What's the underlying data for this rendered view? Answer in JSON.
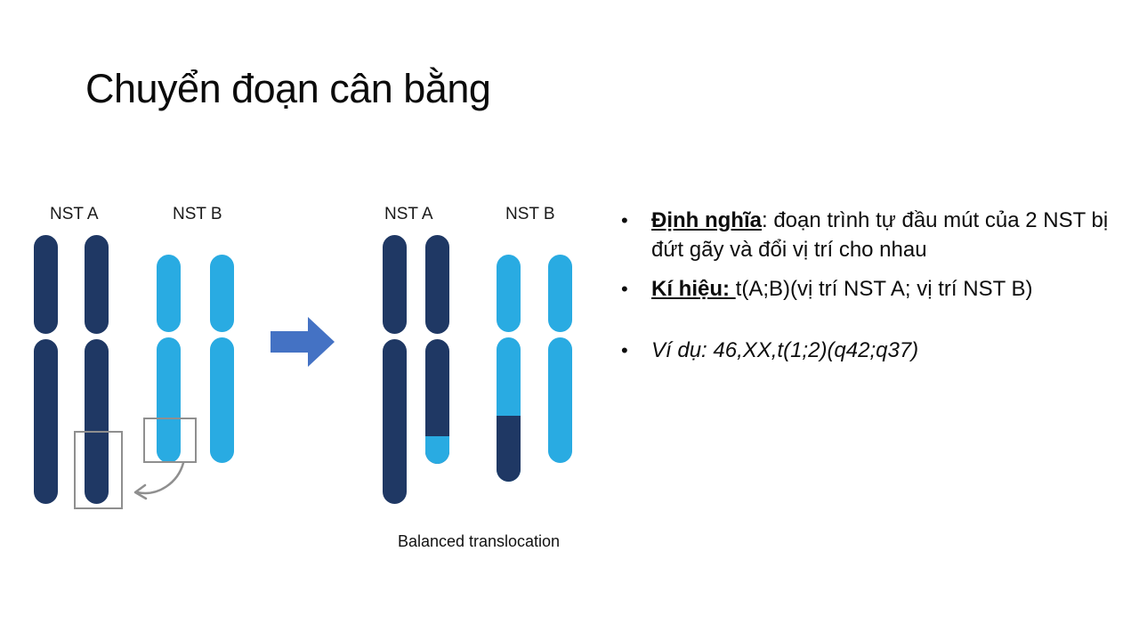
{
  "title": "Chuyển đoạn cân bằng",
  "diagram": {
    "left_group": {
      "label_a": "NST A",
      "label_b": "NST B"
    },
    "right_group": {
      "label_a": "NST A",
      "label_b": "NST B"
    },
    "caption": "Balanced translocation"
  },
  "bullet_char": "•",
  "bullets": [
    {
      "lead": "Định nghĩa",
      "rest": ": đoạn trình tự đầu mút của 2 NST bị đứt gãy và đổi vị trí cho nhau"
    },
    {
      "lead": "Kí hiệu: ",
      "rest": "t(A;B)(vị trí NST A; vị trí NST B)"
    },
    {
      "lead": "",
      "rest": "Ví dụ: 46,XX,t(1;2)(q42;q37)"
    }
  ],
  "colors": {
    "chromosome_dark": "#1F3864",
    "chromosome_light": "#29ABE2",
    "arrow_blue": "#4472C4",
    "outline_gray": "#8f8f8f"
  }
}
